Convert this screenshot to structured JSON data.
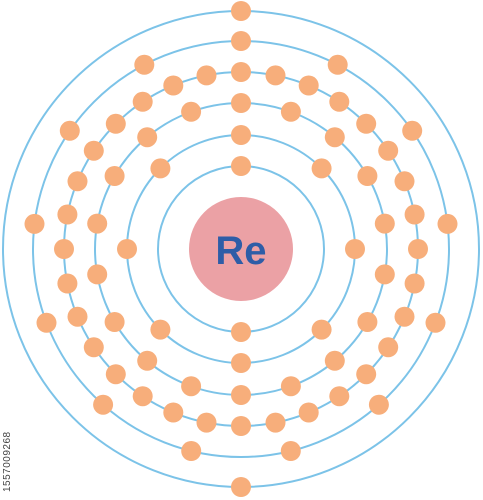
{
  "atom": {
    "symbol": "Re",
    "shell_electrons": [
      2,
      8,
      18,
      32,
      13,
      2
    ]
  },
  "colors": {
    "nucleus": "#EBA1A5",
    "symbol": "#2E5DA7",
    "shell": "#7CC3E8",
    "electron": "#F7AE7B",
    "background": "#FFFFFF"
  },
  "watermark": {
    "id_text": "1557009268"
  }
}
